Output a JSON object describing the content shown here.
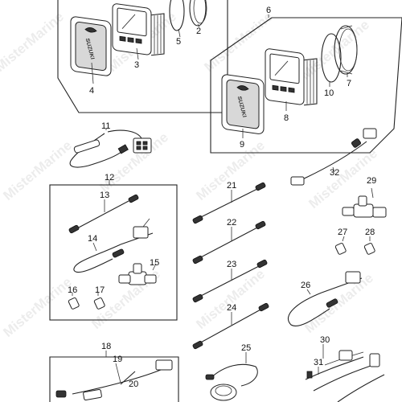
{
  "watermark": "MisterMarine",
  "brand_on_gauge": "SUZUKI",
  "labels": {
    "p2": "2",
    "p3": "3",
    "p4": "4",
    "p5": "5",
    "p6": "6",
    "p7": "7",
    "p8": "8",
    "p9": "9",
    "p10": "10",
    "p11": "11",
    "p12": "12",
    "p13": "13",
    "p14": "14",
    "p15": "15",
    "p16": "16",
    "p17": "17",
    "p18": "18",
    "p19": "19",
    "p20": "20",
    "p21": "21",
    "p22": "22",
    "p23": "23",
    "p24": "24",
    "p25": "25",
    "p26": "26",
    "p27": "27",
    "p28": "28",
    "p29": "29",
    "p30": "30",
    "p31": "31",
    "p32": "32"
  }
}
